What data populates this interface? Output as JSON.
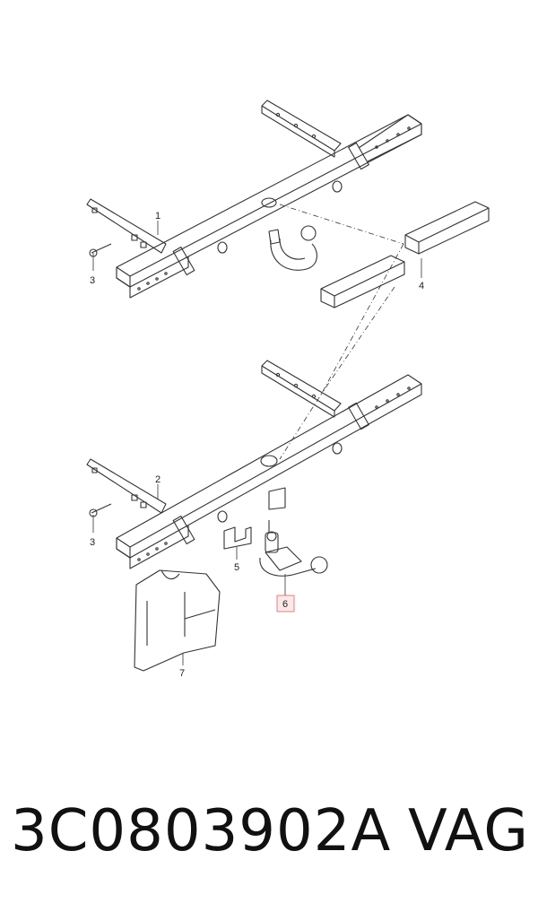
{
  "callouts": {
    "c1": "1",
    "c2": "2",
    "c3a": "3",
    "c3b": "3",
    "c4": "4",
    "c5": "5",
    "c6": "6",
    "c7": "7"
  },
  "caption": {
    "part_number": "3C0803902A",
    "brand": "VAG"
  },
  "colors": {
    "highlight_box": "#e08080",
    "line": "#333333"
  }
}
